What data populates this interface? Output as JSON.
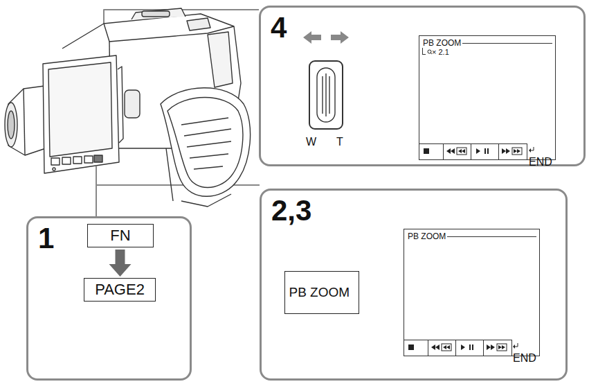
{
  "diagram": {
    "nodes": [
      {
        "text": [
          "1"
        ]
      },
      {
        "text": [
          "FN"
        ],
        "in": 0
      },
      {
        "text": [
          "PAGE2"
        ],
        "in": 0
      },
      {
        "text": [
          "2,3"
        ]
      },
      {
        "text": [
          "PB ZOOM"
        ],
        "in": 3
      },
      {
        "text": [
          "PB ZOOM"
        ],
        "in": 3
      },
      {
        "text": [
          "END"
        ],
        "in": 5
      },
      {
        "text": [
          "4"
        ]
      },
      {
        "text": [
          "PB ZOOM",
          "× 2.1"
        ],
        "in": 7
      },
      {
        "text": [
          "END"
        ],
        "in": 8
      }
    ],
    "edges": [
      {
        "from": 1,
        "to": 2,
        "arrow": "to"
      }
    ],
    "labels": [
      "W",
      "T"
    ]
  }
}
